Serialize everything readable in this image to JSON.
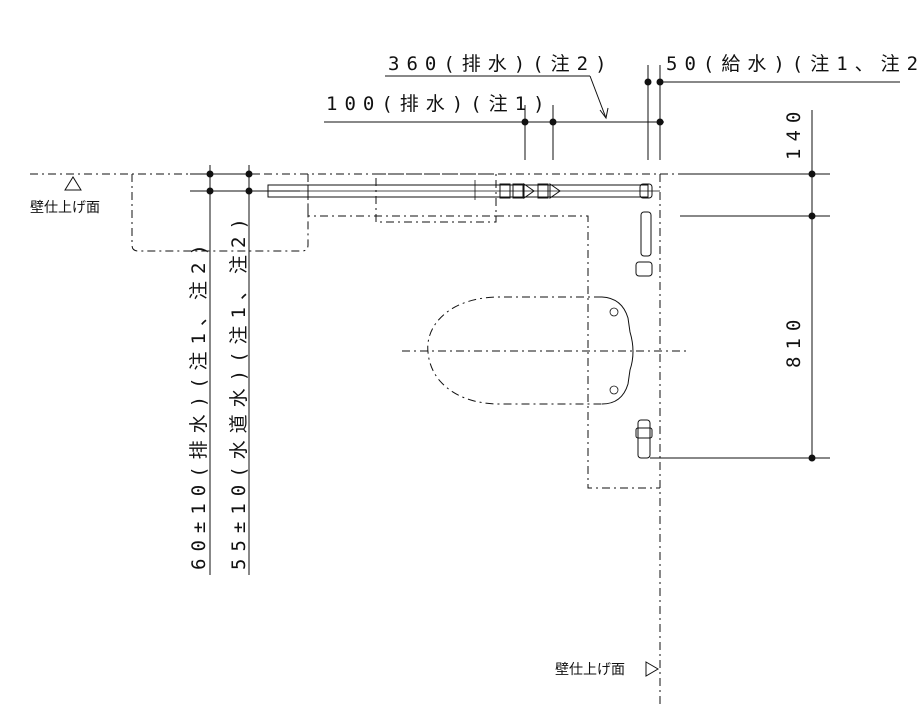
{
  "dimensions": {
    "drain_360": "360(排水)(注2)",
    "supply_50": "50(給水)(注1、注2)",
    "drain_100": "100(排水)(注1)",
    "height_140": "140",
    "height_810": "810",
    "drain_60": "60±10(排水)(注1、注2)",
    "water_55": "55±10(水道水)(注1、注2)"
  },
  "labels": {
    "wall_finish_top": "壁仕上げ面",
    "wall_finish_bottom": "壁仕上げ面"
  }
}
